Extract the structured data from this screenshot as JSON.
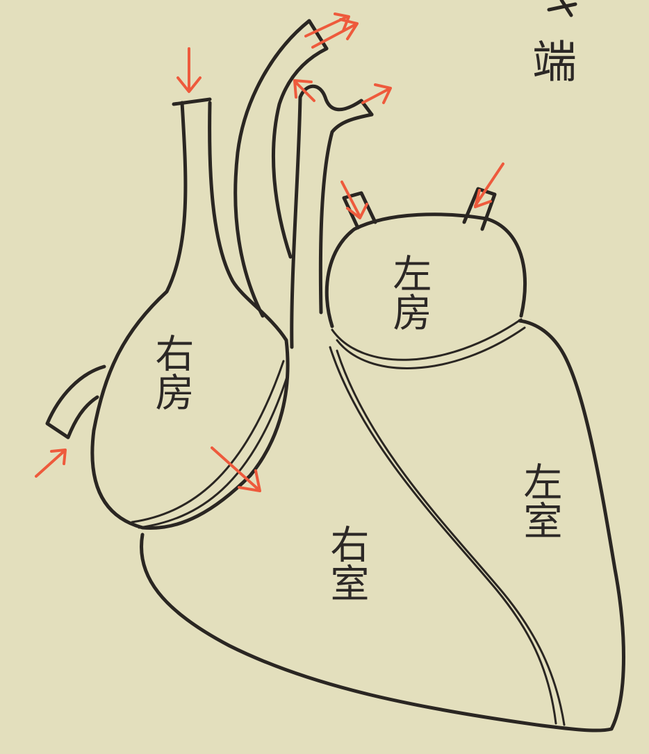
{
  "margin_text": "端",
  "chambers": {
    "right_atrium": "右房",
    "left_atrium": "左房",
    "right_ventricle": "右室",
    "left_ventricle": "左室"
  },
  "colors": {
    "paper": "#e3dfbd",
    "ink": "#2a2622",
    "arrow": "#ee5a3c"
  }
}
